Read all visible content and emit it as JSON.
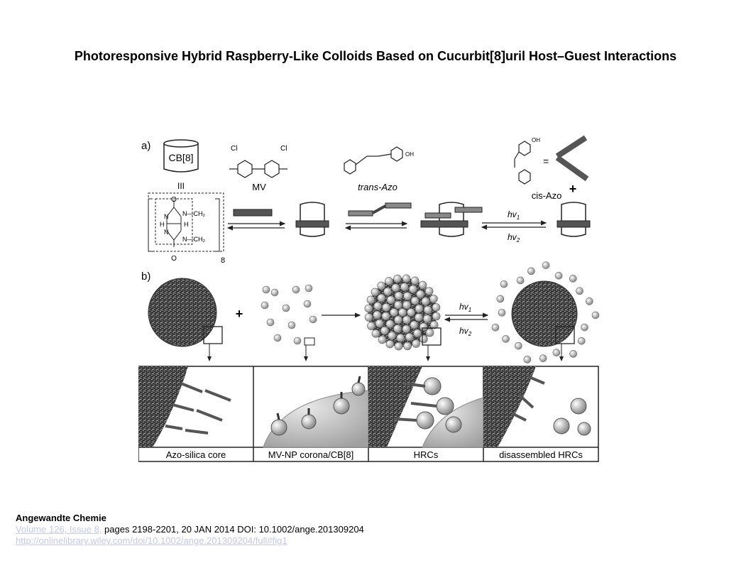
{
  "title": "Photoresponsive Hybrid Raspberry-Like Colloids Based on Cucurbit[8]uril Host–Guest Interactions",
  "figure": {
    "panel_a_label": "a)",
    "panel_b_label": "b)",
    "cb8_label": "CB[8]",
    "cb8_caption": "III",
    "mv_label": "MV",
    "cl_label": "Cl",
    "trans_azo_label": "trans-Azo",
    "cis_azo_label": "cis-Azo",
    "oh_label": "OH",
    "n_label": "N",
    "o_label": "O",
    "h_label": "H",
    "ch2_label": "N—CH₂",
    "subscript_8": "8",
    "plus": "+",
    "equals": "=",
    "hv1": "hv",
    "hv1_sub": "1",
    "hv2": "hv",
    "hv2_sub": "2",
    "panels": [
      "Azo-silica core",
      "MV-NP corona/CB[8]",
      "HRCs",
      "disassembled HRCs"
    ]
  },
  "footer": {
    "journal": "Angewandte Chemie",
    "volume_link": "Volume 126, Issue 8,",
    "citation": " pages 2198-2201,  20 JAN 2014 DOI: 10.1002/ange.201309204",
    "url": "http://onlinelibrary.wiley.com/doi/10.1002/ange.201309204/full#fig1"
  }
}
